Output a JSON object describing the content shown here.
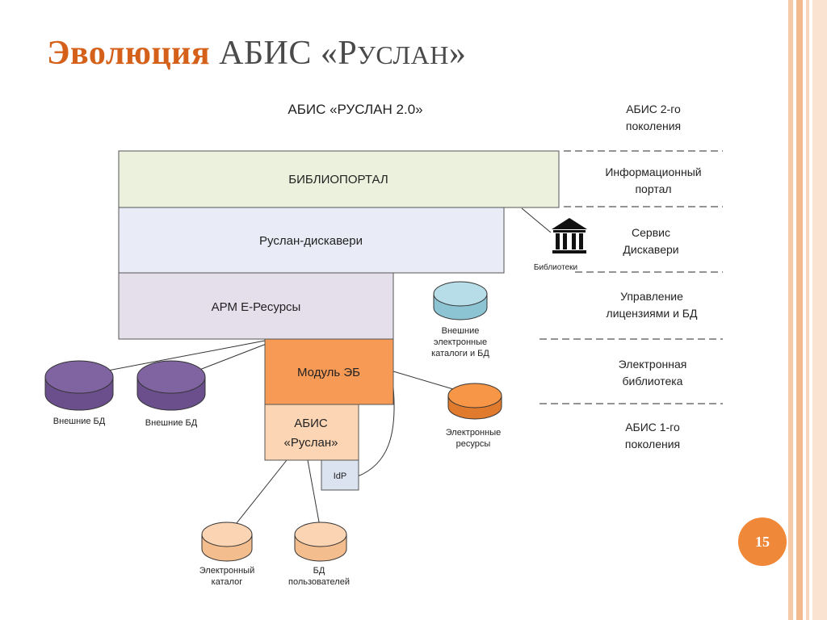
{
  "slide": {
    "title_accent": "Эволюция",
    "title_abis": "АБИС «",
    "title_r": "Р",
    "title_uslan": "услан",
    "title_close": "»",
    "page_number": "15"
  },
  "diagram": {
    "header": "АБИС «РУСЛАН 2.0»",
    "blocks": {
      "biblioportal": "БИБЛИОПОРТАЛ",
      "discovery": "Руслан-дискавери",
      "arm": "АРМ Е-Ресурсы",
      "module_eb": "Модуль ЭБ",
      "abis_line1": "АБИС",
      "abis_line2": "«Руслан»",
      "idp": "IdP"
    },
    "nodes": {
      "libraries": "Библиотеки",
      "ext_catalogs_line1": "Внешние",
      "ext_catalogs_line2": "электронные",
      "ext_catalogs_line3": "каталоги и БД",
      "ext_db_1": "Внешние БД",
      "ext_db_2": "Внешние БД",
      "e_resources_line1": "Электронные",
      "e_resources_line2": "ресурсы",
      "e_catalog_line1": "Электронный",
      "e_catalog_line2": "каталог",
      "user_db_line1": "БД",
      "user_db_line2": "пользователей"
    },
    "levels": [
      {
        "line1": "АБИС 2-го",
        "line2": "поколения"
      },
      {
        "line1": "Информационный",
        "line2": "портал"
      },
      {
        "line1": "Сервис",
        "line2": "Дискавери"
      },
      {
        "line1": "Управление",
        "line2": "лицензиями и БД"
      },
      {
        "line1": "Электронная",
        "line2": "библиотека"
      },
      {
        "line1": "АБИС 1-го",
        "line2": "поколения"
      }
    ]
  },
  "colors": {
    "accent": "#d4601a",
    "badge": "#f0883a",
    "biblioportal": "#ebf1dd",
    "discovery": "#e9ecf6",
    "arm": "#e5dfec",
    "module_eb": "#f79a55",
    "abis": "#fcd5b4",
    "idp": "#dbe3f1",
    "db_blue": "#b6dde8",
    "db_purple": "#8064a2",
    "db_orange": "#f79646",
    "db_peach": "#fbd4b4"
  }
}
